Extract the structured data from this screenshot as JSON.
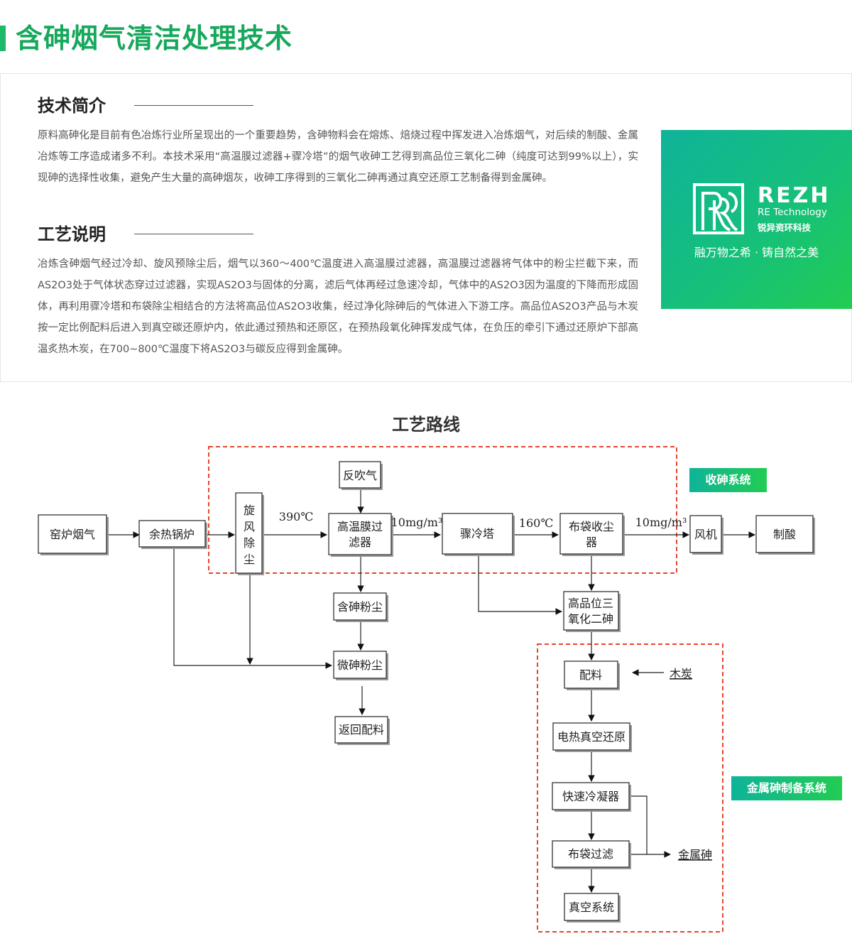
{
  "page": {
    "title": "含砷烟气清洁处理技术"
  },
  "colors": {
    "accent": "#17a85c",
    "dashed_frame": "#e8452c",
    "brand_from": "#0fb39a",
    "brand_to": "#22cc52"
  },
  "intro": {
    "heading": "技术简介",
    "text": "原料高砷化是目前有色冶炼行业所呈现出的一个重要趋势，含砷物料会在熔炼、焙烧过程中挥发进入冶炼烟气，对后续的制酸、金属冶炼等工序造成诸多不利。本技术采用“高温膜过滤器+骤冷塔”的烟气收砷工艺得到高品位三氧化二砷（纯度可达到99%以上），实现砷的选择性收集，避免产生大量的高砷烟灰，收砷工序得到的三氧化二砷再通过真空还原工艺制备得到金属砷。"
  },
  "process": {
    "heading": "工艺说明",
    "text": "冶炼含砷烟气经过冷却、旋风预除尘后，烟气以360～400℃温度进入高温膜过滤器，高温膜过滤器将气体中的粉尘拦截下来，而AS2O3处于气体状态穿过过滤器，实现AS2O3与固体的分离，滤后气体再经过急速冷却，气体中的AS2O3因为温度的下降而形成固体，再利用骤冷塔和布袋除尘相结合的方法将高品位AS2O3收集，经过净化除砷后的气体进入下游工序。高品位AS2O3产品与木炭按一定比例配料后进入到真空碳还原炉内，依此通过预热和还原区，在预热段氧化砷挥发成气体，在负压的牵引下通过还原炉下部高温炙热木炭，在700~800℃温度下将AS2O3与碳反应得到金属砷。"
  },
  "brand": {
    "logo_icon": "rezh-logo-icon",
    "name": "REZH",
    "en": "RE Technology",
    "cn": "锐异资环科技",
    "slogan": "融万物之希 · 铸自然之美"
  },
  "route": {
    "title": "工艺路线",
    "tag_collect": "收砷系统",
    "tag_metal": "金属砷制备系统",
    "nodes": {
      "kiln": "窑炉烟气",
      "boiler": "余热锅炉",
      "cyclone": [
        "旋",
        "风",
        "除",
        "尘"
      ],
      "backblow": "反吹气",
      "membrane": [
        "高温膜过",
        "滤器"
      ],
      "quench": "骤冷塔",
      "bag": [
        "布袋收尘",
        "器"
      ],
      "fan": "风机",
      "acid": "制酸",
      "as_dust": "含砷粉尘",
      "micro_dust": "微砷粉尘",
      "return": "返回配料",
      "hq_as2o3": [
        "高品位三",
        "氧化二砷"
      ],
      "mix": "配料",
      "charcoal": "木炭",
      "vacuum": "电热真空还原",
      "condenser": "快速冷凝器",
      "bag_filter": "布袋过滤",
      "metal_as": "金属砷",
      "vac_system": "真空系统"
    },
    "edge_labels": {
      "t390": "390℃",
      "c10a": "10mg/m³",
      "t160": "160℃",
      "c10b": "10mg/m³"
    }
  }
}
